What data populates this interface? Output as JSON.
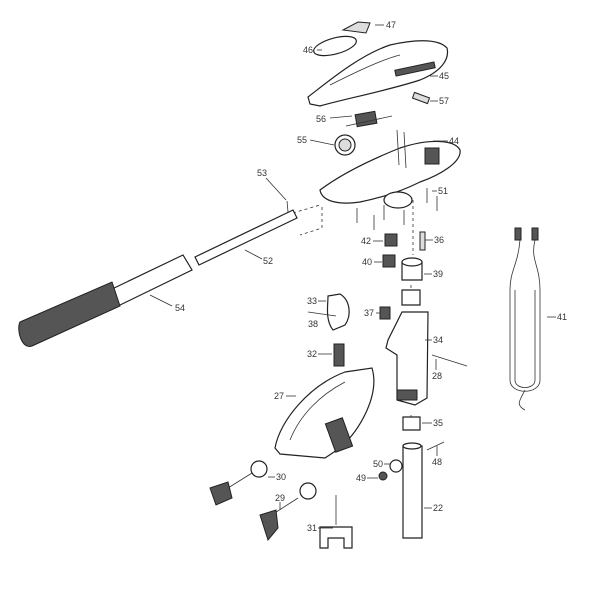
{
  "diagram": {
    "type": "exploded parts diagram",
    "callouts": {
      "p47": "47",
      "p46": "46",
      "p45": "45",
      "p57": "57",
      "p56": "56",
      "p55": "55",
      "p44": "44",
      "p53": "53",
      "p51": "51",
      "p42": "42",
      "p36": "36",
      "p52": "52",
      "p40": "40",
      "p39": "39",
      "p54": "54",
      "p41": "41",
      "p33": "33",
      "p38": "38",
      "p37": "37",
      "p34": "34",
      "p32": "32",
      "p28": "28",
      "p27": "27",
      "p35": "35",
      "p48": "48",
      "p50": "50",
      "p30": "30",
      "p49": "49",
      "p22": "22",
      "p29": "29",
      "p31": "31"
    }
  }
}
